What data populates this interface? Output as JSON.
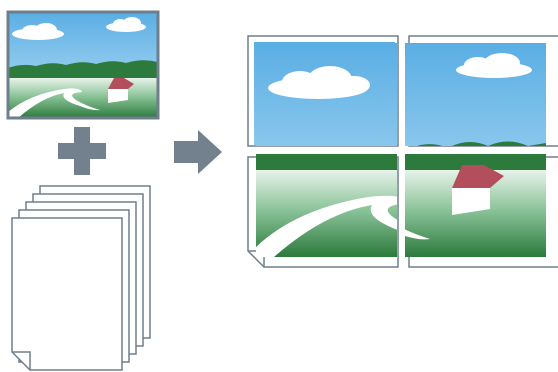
{
  "diagram": {
    "source_image": {
      "icon": "landscape-photo-icon"
    },
    "combine_symbol": {
      "icon": "plus-icon"
    },
    "paper_stack": {
      "icon": "paper-stack-icon",
      "sheet_count": 5
    },
    "arrow": {
      "icon": "right-arrow-icon"
    },
    "output": {
      "icon": "poster-tiles-icon",
      "tiles": [
        {
          "position": "top-left"
        },
        {
          "position": "top-right"
        },
        {
          "position": "bottom-left"
        },
        {
          "position": "bottom-right"
        }
      ]
    },
    "colors": {
      "frame": "#6e7e8c",
      "sky": "#72b8e6",
      "cloud": "#ffffff",
      "hills": "#2c7a3c",
      "meadow": "#58a06a",
      "path": "#ffffff",
      "roof": "#b34f5d",
      "wall": "#ffffff",
      "symbol": "#73808d",
      "paper_edge": "#6e7e8c"
    }
  }
}
